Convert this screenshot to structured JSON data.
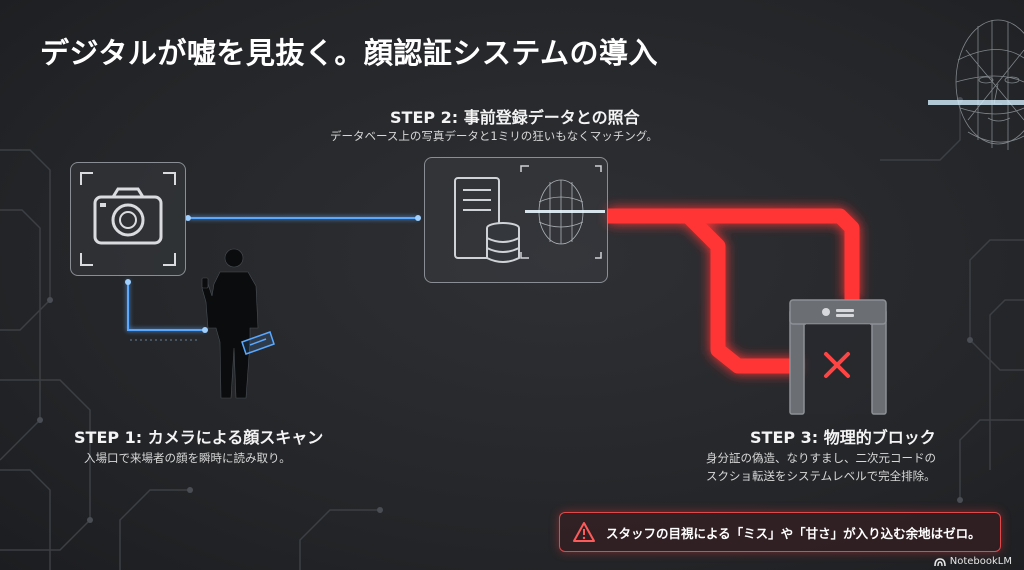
{
  "title": "デジタルが嘘を見抜く。顔認証システムの導入",
  "steps": [
    {
      "title": "STEP 1: カメラによる顔スキャン",
      "desc": [
        "入場口で来場者の顔を瞬時に読み取り。"
      ]
    },
    {
      "title": "STEP 2: 事前登録データとの照合",
      "desc": [
        "データベース上の写真データと1ミリの狂いもなくマッチング。"
      ]
    },
    {
      "title": "STEP 3: 物理的ブロック",
      "desc": [
        "身分証の偽造、なりすまし、二次元コードの",
        "スクショ転送をシステムレベルで完全排除。"
      ]
    }
  ],
  "warning": "スタッフの目視による「ミス」や「甘さ」が入り込む余地はゼロ。",
  "brand": "NotebookLM",
  "icons": {
    "camera": "camera-icon",
    "server": "server-icon",
    "database": "database-icon",
    "face_scan": "face-scan-icon",
    "gate": "gate-icon",
    "block": "x-mark-icon",
    "warning": "warning-icon",
    "person": "person-silhouette",
    "ticket": "ticket-icon"
  },
  "colors": {
    "background": "#26282b",
    "scan_line": "#5aa8ff",
    "block_path": "#ff3b3b",
    "warning_border": "#e0494c"
  }
}
